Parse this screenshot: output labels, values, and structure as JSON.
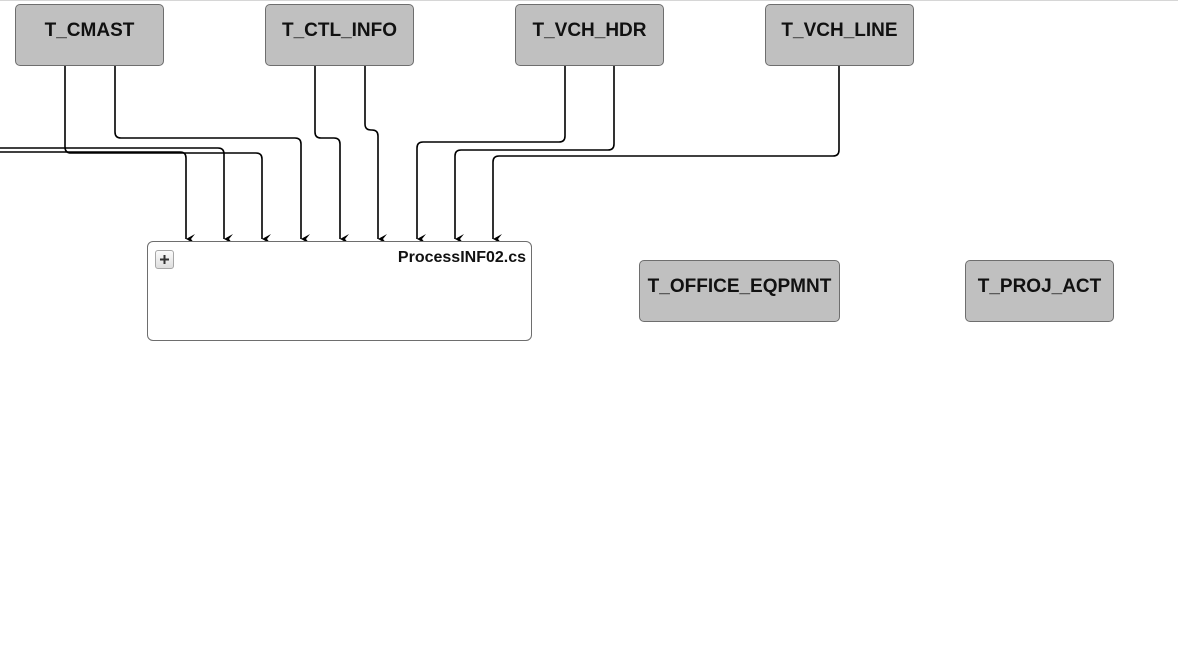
{
  "tables": {
    "t_cmast": "T_CMAST",
    "t_ctl_info": "T_CTL_INFO",
    "t_vch_hdr": "T_VCH_HDR",
    "t_vch_line": "T_VCH_LINE",
    "t_office_eqpmnt": "T_OFFICE_EQPMNT",
    "t_proj_act": "T_PROJ_ACT"
  },
  "process": {
    "label": "ProcessINF02.cs",
    "expand_icon": "plus-icon"
  },
  "colors": {
    "node_fill": "#c0c0c0",
    "node_border": "#6e6e6e",
    "edge": "#000000",
    "background": "#ffffff"
  }
}
